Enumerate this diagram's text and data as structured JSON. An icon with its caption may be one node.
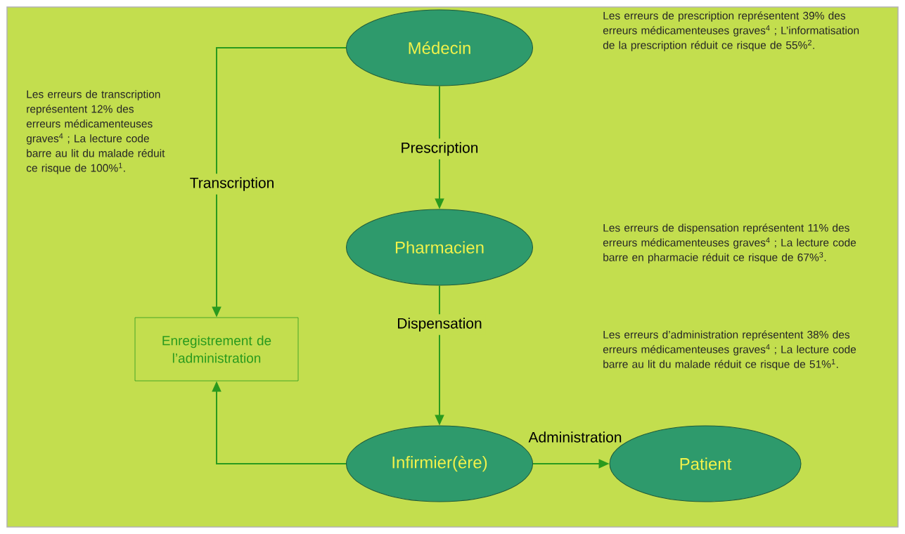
{
  "diagram": {
    "nodes": [
      {
        "text": [
          "Médecin"
        ]
      },
      {
        "text": [
          "Pharmacien"
        ]
      },
      {
        "text": [
          "Enregistrement de l’administration"
        ]
      },
      {
        "text": [
          "Infirmier(ère)"
        ]
      },
      {
        "text": [
          "Patient"
        ]
      }
    ],
    "edges": [
      {
        "from": 0,
        "to": 2,
        "arrow": "to",
        "label": "Transcription"
      },
      {
        "from": 0,
        "to": 1,
        "arrow": "to",
        "label": "Prescription"
      },
      {
        "from": 1,
        "to": 3,
        "arrow": "to",
        "label": "Dispensation"
      },
      {
        "from": 3,
        "to": 2,
        "arrow": "to"
      },
      {
        "from": 3,
        "to": 4,
        "arrow": "to",
        "label": "Administration"
      }
    ],
    "labels": [
      "Les erreurs de prescription représentent 39% des erreurs médicamenteuses graves$^{4}$ ; L’informatisation de la prescription réduit ce risque de 55%$^{2}$.",
      "Les erreurs de transcription représentent 12% des erreurs médicamenteuses graves$^{4}$ ; La lecture code barre au lit du malade réduit ce risque de 100%$^{1}$.",
      "Les erreurs de dispensation représentent 11% des erreurs médicamenteuses graves$^{4}$ ; La lecture code barre en pharmacie réduit ce risque de 67%$^{3}$.",
      "Les erreurs d’administration représentent 38% des erreurs médicamenteuses graves$^{4}$ ; La lecture code barre au lit du malade réduit ce risque de 51%$^{1}$."
    ]
  }
}
